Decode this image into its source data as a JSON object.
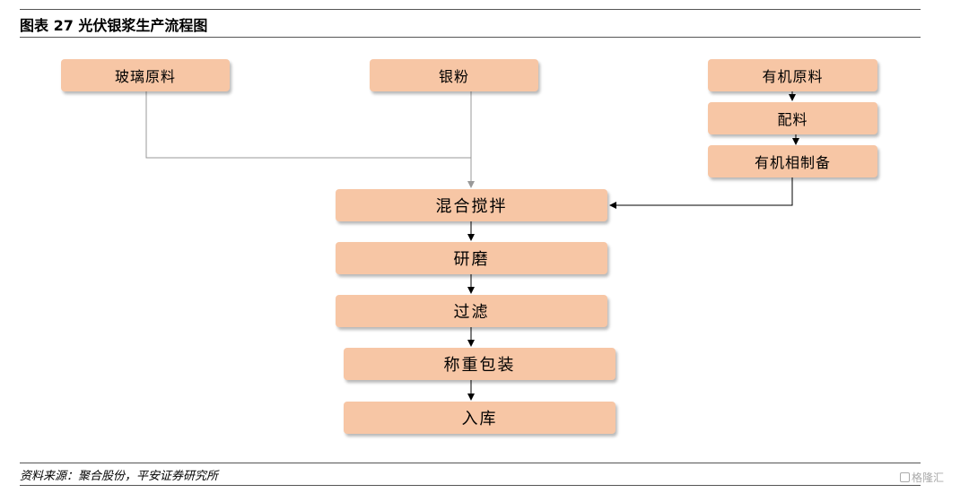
{
  "figure": {
    "title": "图表 27    光伏银浆生产流程图",
    "source": "资料来源：聚合股份，平安证券研究所"
  },
  "nodes": {
    "glass": "玻璃原料",
    "silver": "银粉",
    "organic_raw": "有机原料",
    "batching": "配料",
    "organic_prep": "有机相制备",
    "mixing": "混合搅拌",
    "grinding": "研磨",
    "filtering": "过滤",
    "weighing": "称重包装",
    "storage": "入库"
  },
  "colors": {
    "box_fill": "#f7c6a5",
    "connector": "#999999",
    "arrow": "#000000"
  },
  "watermark": "格隆汇"
}
